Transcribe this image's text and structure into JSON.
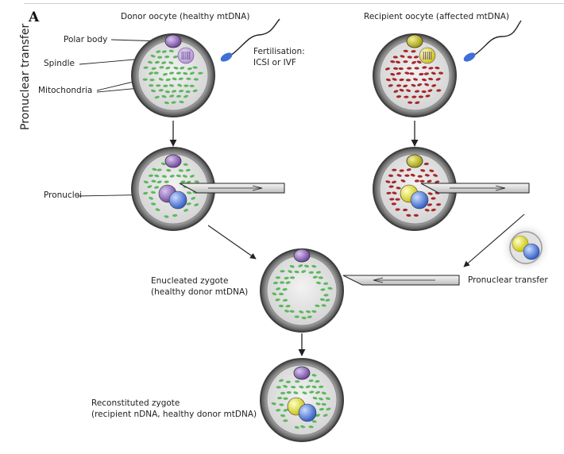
{
  "panel_letter": "A",
  "side_title": "Pronuclear transfer",
  "labels": {
    "donor_oocyte": "Donor oocyte (healthy mtDNA)",
    "recipient_oocyte": "Recipient oocyte (affected mtDNA)",
    "polar_body": "Polar body",
    "spindle": "Spindle",
    "mitochondria": "Mitochondria",
    "fertilisation_line1": "Fertilisation:",
    "fertilisation_line2": "ICSI or IVF",
    "pronuclei": "Pronuclei",
    "enucleated_line1": "Enucleated zygote",
    "enucleated_line2": "(healthy donor mtDNA)",
    "pronuclear_transfer": "Pronuclear transfer",
    "reconstituted_line1": "Reconstituted zygote",
    "reconstituted_line2": "(recipient nDNA, healthy donor mtDNA)"
  },
  "colors": {
    "healthy_mito": "#5cb85c",
    "affected_mito": "#a8262a",
    "polar_body_donor": "#7a4fa6",
    "polar_body_recipient": "#c9c21a",
    "pronucleus_purple": "#9a6cc8",
    "pronucleus_blue": "#3f6fd8",
    "pronucleus_yellow": "#e8e21c",
    "zona": "#6a6a6a",
    "cytoplasm": "#dedede"
  }
}
